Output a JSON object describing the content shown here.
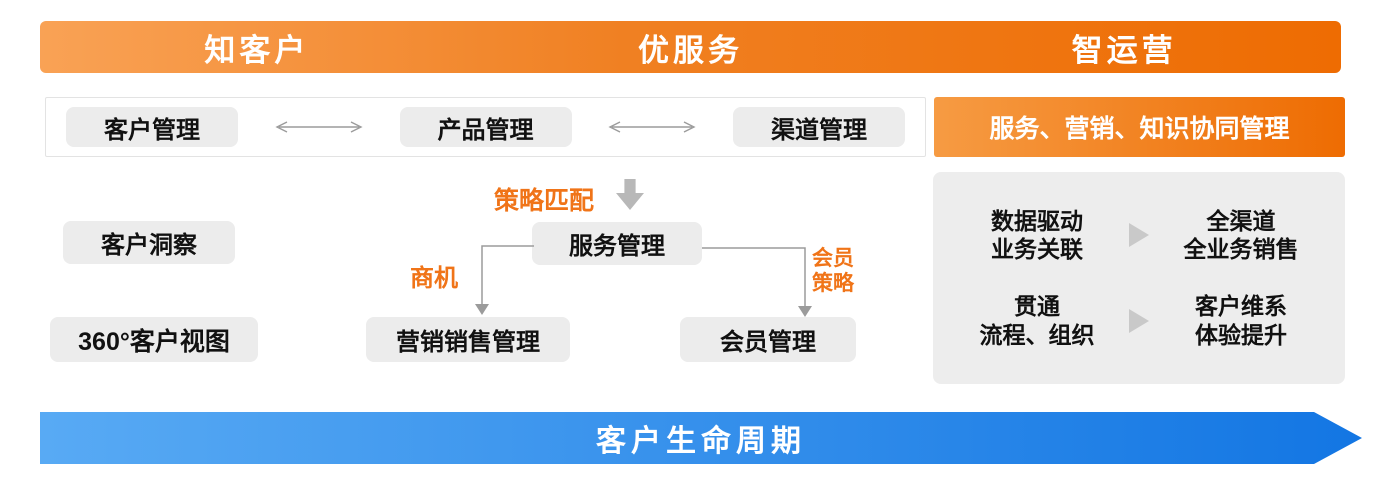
{
  "header": {
    "sections": [
      {
        "label": "知客户"
      },
      {
        "label": "优服务"
      },
      {
        "label": "智运营"
      }
    ]
  },
  "management_row": {
    "boxes": [
      "客户管理",
      "产品管理",
      "渠道管理"
    ],
    "collab_box": "服务、营销、知识协同管理"
  },
  "flow": {
    "strategy_match": "策略匹配",
    "customer_insight": "客户洞察",
    "service_management": "服务管理",
    "opportunity": "商机",
    "member_strategy": "会员\n策略",
    "marketing_sales_management": "营销销售管理",
    "member_management": "会员管理",
    "customer_view_360": "360°客户视图"
  },
  "right_panel": {
    "rows": [
      {
        "from": "数据驱动\n业务关联",
        "to": "全渠道\n全业务销售"
      },
      {
        "from": "贯通\n流程、组织",
        "to": "客户维系\n体验提升"
      }
    ]
  },
  "footer": {
    "label": "客户生命周期"
  },
  "colors": {
    "orange_gradient_start": "#f9a255",
    "orange_gradient_end": "#ee6c02",
    "orange_text": "#f07418",
    "gray_box": "#ececec",
    "panel_gray": "#ededed",
    "blue_gradient_start": "#58aaf4",
    "blue_gradient_end": "#1376e3",
    "connector_gray": "#9b9b9b",
    "text_dark": "#111111"
  }
}
